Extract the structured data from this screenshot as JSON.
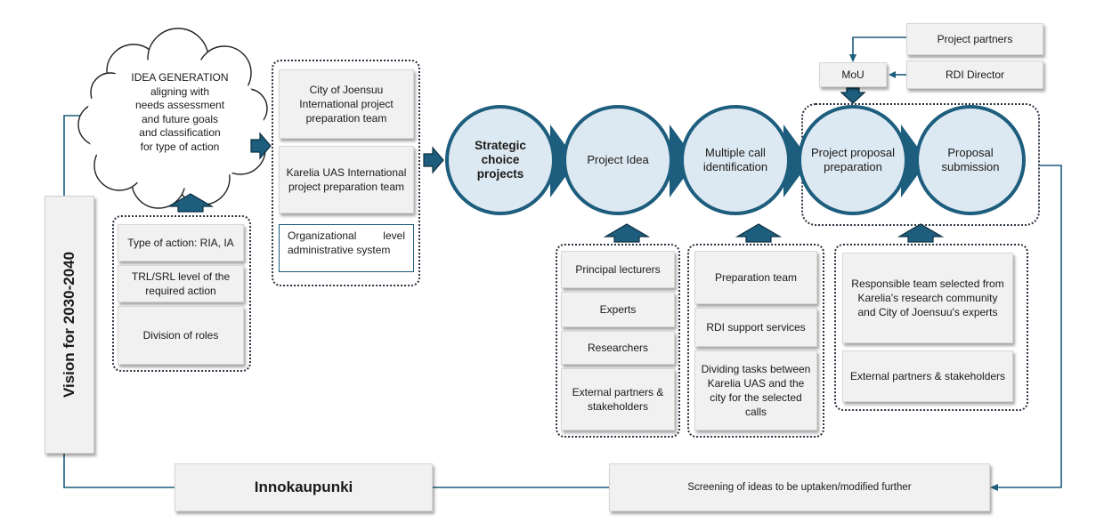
{
  "vision": "Vision for 2030-2040",
  "idea_generation": {
    "title": "IDEA GENERATION",
    "lines": [
      "aligning with",
      "needs assessment",
      "and future goals",
      "and classification",
      "for type of action"
    ]
  },
  "idea_criteria": [
    "Type of action: RIA, IA",
    "TRL/SRL level of the required action",
    "Division of roles"
  ],
  "prep_teams": [
    "City of Joensuu International project preparation team",
    "Karelia UAS International project preparation team"
  ],
  "org_system": "Organizational level administrative system",
  "stages": {
    "strategic": "Strategic choice projects",
    "project_idea": "Project Idea",
    "multiple_call": "Multiple call identification",
    "proposal_prep": "Project proposal preparation",
    "proposal_submission": "Proposal submission"
  },
  "idea_contributors": [
    "Principal lecturers",
    "Experts",
    "Researchers",
    "External partners & stakeholders"
  ],
  "call_contributors": [
    "Preparation team",
    "RDI support services",
    "Dividing tasks between Karelia UAS and the city for the selected calls"
  ],
  "proposal_contributors": [
    "Responsible team selected from Karelia's research community and City of Joensuu's experts",
    "External partners & stakeholders"
  ],
  "mou": "MoU",
  "project_partners": "Project partners",
  "rdi_director": "RDI Director",
  "innokaupunki": "Innokaupunki",
  "screening": "Screening of ideas to be uptaken/modified further",
  "colors": {
    "accent": "#1d5d7d",
    "circle_fill": "#dde9f2",
    "box_fill": "#f1f1f1"
  }
}
